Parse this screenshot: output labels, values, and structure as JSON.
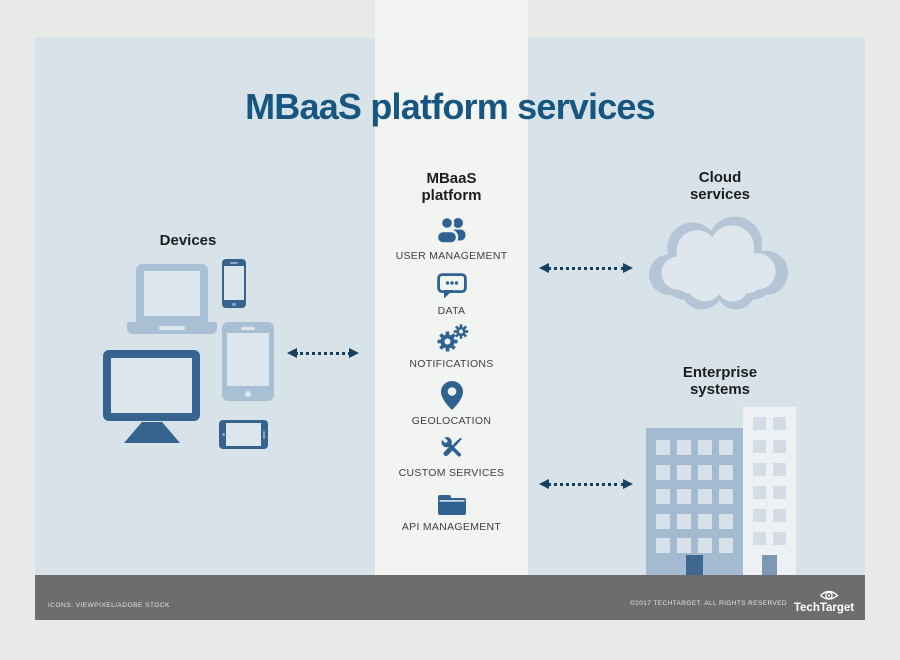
{
  "title": "MBaaS platform services",
  "devices": {
    "heading": "Devices",
    "icons": [
      "laptop",
      "smartphone",
      "tablet",
      "desktop-monitor",
      "mobile-landscape"
    ]
  },
  "platform": {
    "heading_line1": "MBaaS",
    "heading_line2": "platform",
    "services": [
      {
        "label": "USER MANAGEMENT",
        "icon": "users-icon"
      },
      {
        "label": "DATA",
        "icon": "chat-bubble-icon"
      },
      {
        "label": "NOTIFICATIONS",
        "icon": "gears-icon"
      },
      {
        "label": "GEOLOCATION",
        "icon": "map-pin-icon"
      },
      {
        "label": "CUSTOM SERVICES",
        "icon": "tools-icon"
      },
      {
        "label": "API MANAGEMENT",
        "icon": "folder-icon"
      }
    ]
  },
  "cloud": {
    "heading_line1": "Cloud",
    "heading_line2": "services",
    "icon": "cloud-icon"
  },
  "enterprise": {
    "heading_line1": "Enterprise",
    "heading_line2": "systems",
    "icons": [
      "office-building-large",
      "office-building-small"
    ]
  },
  "arrows": [
    "devices-platform",
    "platform-cloud",
    "platform-enterprise"
  ],
  "footer": {
    "credit": "ICONS: VIEWPIXEL/ADOBE STOCK",
    "copyright": "©2017 TECHTARGET. ALL RIGHTS RESERVED",
    "brand": "TechTarget"
  },
  "colors": {
    "title_blue": "#175680",
    "panel_blue": "#d7e3e9",
    "column_light": "#f2f4f2",
    "icon_blue": "#2e6391",
    "device_dark_blue": "#36648f",
    "device_light_blue": "#a9bfd3",
    "arrow_navy": "#143f5e",
    "footer_gray": "#6d6d6d"
  }
}
